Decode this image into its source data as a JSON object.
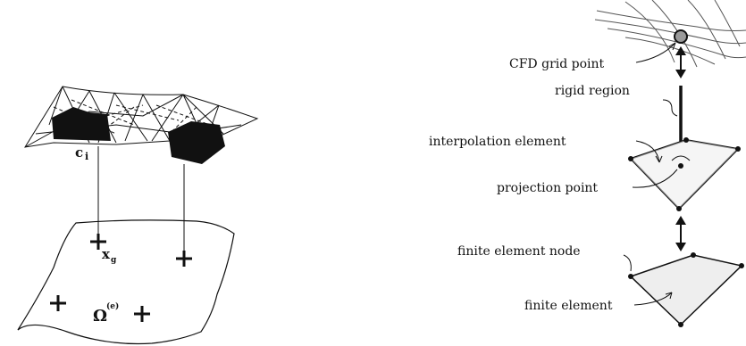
{
  "left_panel": {
    "centroid_label": "c",
    "centroid_subscript": "i",
    "gauss_label": "x",
    "gauss_subscript": "g",
    "domain_symbol": "Ω",
    "domain_superscript": "(e)"
  },
  "right_panel": {
    "labels": {
      "cfd_grid_point": "CFD grid point",
      "rigid_region": "rigid region",
      "interpolation_element": "interpolation element",
      "projection_point": "projection point",
      "finite_element_node": "finite element node",
      "finite_element": "finite element"
    }
  },
  "colors": {
    "ink": "#111111",
    "grid_point_fill": "#9a9a9a",
    "element_fill": "#eeeeee"
  }
}
